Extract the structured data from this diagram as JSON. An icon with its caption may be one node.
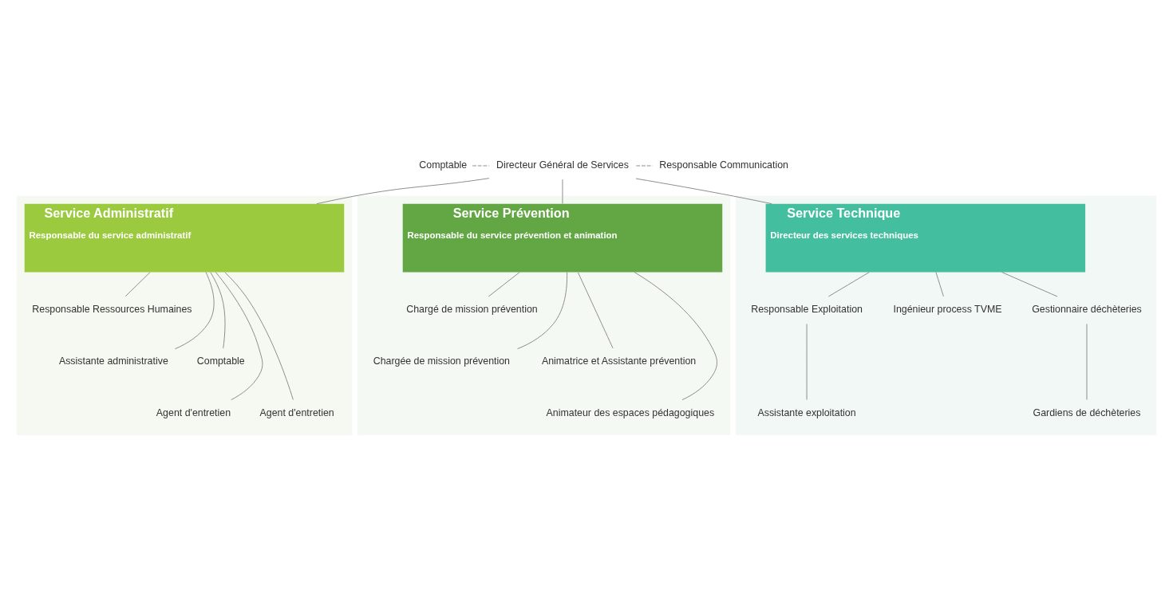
{
  "diagram": {
    "nodes": [
      {
        "text": [
          "Directeur Général de Services"
        ]
      },
      {
        "text": [
          "Comptable"
        ]
      },
      {
        "text": [
          "Responsable Communication"
        ]
      },
      {
        "text": [
          "Service Administratif",
          "Responsable du service administratif"
        ]
      },
      {
        "text": [
          "Responsable Ressources Humaines"
        ],
        "in": 3
      },
      {
        "text": [
          "Assistante administrative"
        ],
        "in": 3
      },
      {
        "text": [
          "Comptable"
        ],
        "in": 3
      },
      {
        "text": [
          "Agent d'entretien"
        ],
        "in": 3
      },
      {
        "text": [
          "Agent d'entretien"
        ],
        "in": 3
      },
      {
        "text": [
          "Service Prévention",
          "Responsable du service prévention et animation"
        ]
      },
      {
        "text": [
          "Chargé de mission prévention"
        ],
        "in": 9
      },
      {
        "text": [
          "Chargée de mission prévention"
        ],
        "in": 9
      },
      {
        "text": [
          "Animatrice et Assistante prévention"
        ],
        "in": 9
      },
      {
        "text": [
          "Animateur des espaces pédagogiques"
        ],
        "in": 9
      },
      {
        "text": [
          "Service Technique",
          "Directeur des services techniques"
        ]
      },
      {
        "text": [
          "Responsable Exploitation"
        ],
        "in": 14
      },
      {
        "text": [
          "Assistante exploitation"
        ],
        "in": 14
      },
      {
        "text": [
          "Ingénieur process TVME"
        ],
        "in": 14
      },
      {
        "text": [
          "Gestionnaire déchèteries"
        ],
        "in": 14
      },
      {
        "text": [
          "Gardiens de déchèteries"
        ],
        "in": 14
      }
    ],
    "edges": [
      {
        "from": 0,
        "to": 1,
        "arrow": "none",
        "style": "dashed"
      },
      {
        "from": 0,
        "to": 2,
        "arrow": "none",
        "style": "dashed"
      },
      {
        "from": 0,
        "to": 3,
        "arrow": "none"
      },
      {
        "from": 0,
        "to": 9,
        "arrow": "none"
      },
      {
        "from": 0,
        "to": 14,
        "arrow": "none"
      },
      {
        "from": 3,
        "to": 4,
        "arrow": "none"
      },
      {
        "from": 3,
        "to": 5,
        "arrow": "none"
      },
      {
        "from": 3,
        "to": 6,
        "arrow": "none"
      },
      {
        "from": 3,
        "to": 7,
        "arrow": "none"
      },
      {
        "from": 3,
        "to": 8,
        "arrow": "none"
      },
      {
        "from": 9,
        "to": 10,
        "arrow": "none"
      },
      {
        "from": 9,
        "to": 11,
        "arrow": "none"
      },
      {
        "from": 9,
        "to": 12,
        "arrow": "none"
      },
      {
        "from": 9,
        "to": 13,
        "arrow": "none"
      },
      {
        "from": 14,
        "to": 15,
        "arrow": "none"
      },
      {
        "from": 15,
        "to": 16,
        "arrow": "none"
      },
      {
        "from": 14,
        "to": 17,
        "arrow": "none"
      },
      {
        "from": 14,
        "to": 18,
        "arrow": "none"
      },
      {
        "from": 18,
        "to": 19,
        "arrow": "none"
      }
    ]
  }
}
